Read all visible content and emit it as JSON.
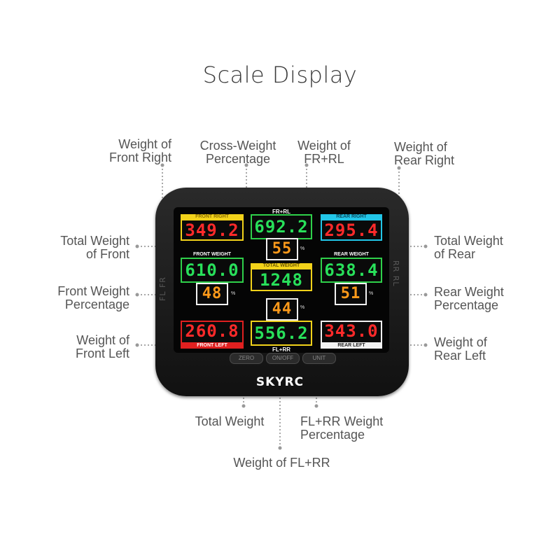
{
  "title": "Scale Display",
  "captions": {
    "weight_front_right": [
      "Weight of",
      "Front Right"
    ],
    "cross_weight_pct": [
      "Cross-Weight",
      "Percentage"
    ],
    "weight_fr_rl": [
      "Weight of",
      "FR+RL"
    ],
    "weight_rear_right": [
      "Weight of",
      "Rear Right"
    ],
    "total_front": [
      "Total Weight",
      "of Front"
    ],
    "total_rear": [
      "Total Weight",
      "of Rear"
    ],
    "front_pct": [
      "Front Weight",
      "Percentage"
    ],
    "rear_pct": [
      "Rear Weight",
      "Percentage"
    ],
    "weight_front_left": [
      "Weight of",
      "Front Left"
    ],
    "weight_rear_left": [
      "Weight of",
      "Rear Left"
    ],
    "total_weight": "Total Weight",
    "fl_rr_pct": [
      "FL+RR Weight",
      "Percentage"
    ],
    "weight_fl_rr": "Weight of FL+RR"
  },
  "device": {
    "brand": "SKYRC",
    "side_left": "FL FR",
    "side_right": "RR RL",
    "buttons": [
      "ZERO",
      "ON/OFF",
      "UNIT"
    ],
    "readouts": {
      "front_right": {
        "tag": "FRONT RIGHT",
        "value": "349.2"
      },
      "fr_rl": {
        "tag": "FR+RL",
        "value": "692.2"
      },
      "rear_right": {
        "tag": "REAR RIGHT",
        "value": "295.4"
      },
      "cross_pct": {
        "value": "55",
        "unit": "%"
      },
      "front_weight": {
        "tag": "FRONT WEIGHT",
        "value": "610.0"
      },
      "total_weight": {
        "tag": "TOTAL WEIGHT",
        "value": "1248"
      },
      "rear_weight": {
        "tag": "REAR WEIGHT",
        "value": "638.4"
      },
      "front_pct": {
        "value": "48",
        "unit": "%"
      },
      "rear_pct": {
        "value": "51",
        "unit": "%"
      },
      "fl_rr_pct": {
        "value": "44",
        "unit": "%"
      },
      "front_left": {
        "tag": "FRONT LEFT",
        "value": "260.8"
      },
      "fl_rr": {
        "tag": "FL+RR",
        "value": "556.2"
      },
      "rear_left": {
        "tag": "REAR LEFT",
        "value": "343.0"
      }
    }
  },
  "colors": {
    "red_digits": "#ff2a2a",
    "green_digits": "#28e05a",
    "orange_digits": "#ff9a1a",
    "yellow_frame": "#f2d21a",
    "cyan_frame": "#22c6e8",
    "green_frame": "#2ed04a",
    "red_frame": "#e02020",
    "white_frame": "#f2f2f2"
  }
}
